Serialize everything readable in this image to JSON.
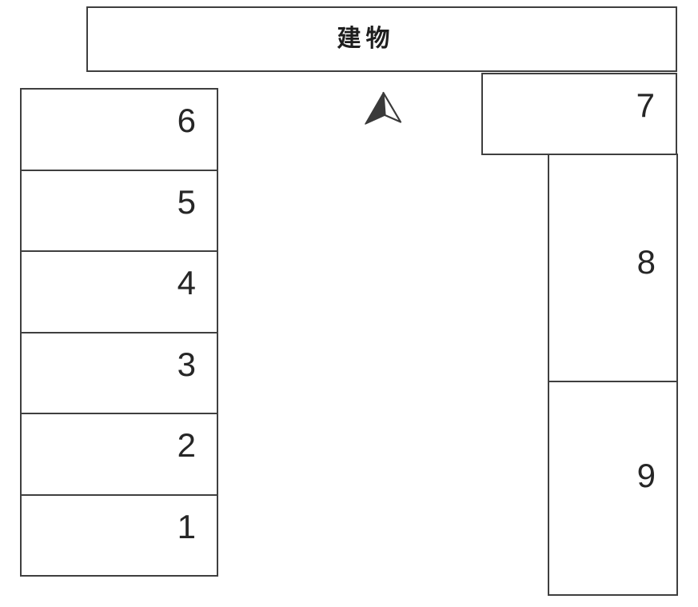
{
  "building": {
    "label": "建物"
  },
  "parking_spaces": {
    "left_column": [
      "6",
      "5",
      "4",
      "3",
      "2",
      "1"
    ],
    "top_right": "7",
    "right_column": [
      "8",
      "9"
    ]
  },
  "icons": {
    "north_arrow": "north-arrow"
  },
  "colors": {
    "line": "#3f3f3f",
    "text": "#262626",
    "background": "#ffffff"
  }
}
